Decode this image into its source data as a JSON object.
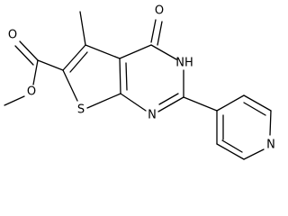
{
  "atoms": {
    "oxygen_carbonyl": "O",
    "nh": "NH",
    "n_ring_bottom": "N",
    "sulfur": "S",
    "oxygen_ester_double": "O",
    "oxygen_ester_single": "O",
    "n_pyridine": "N"
  }
}
